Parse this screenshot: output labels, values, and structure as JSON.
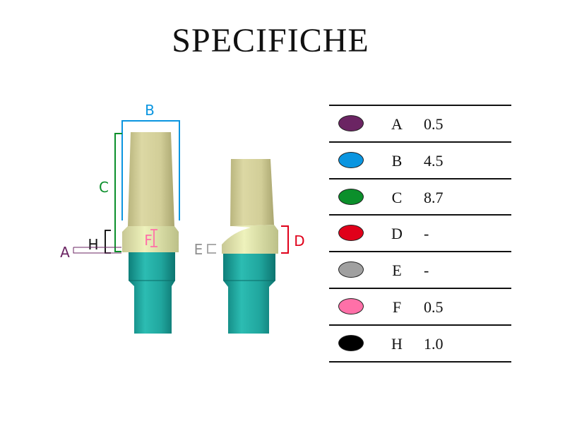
{
  "title": "SPECIFICHE",
  "colors": {
    "A": "#6b2463",
    "B": "#0a95e0",
    "C": "#0b8f2b",
    "D": "#e0001a",
    "E": "#a0a0a0",
    "F": "#ff70a8",
    "H": "#000000",
    "abutment": "#d4d09a",
    "collar": "#dfe5aa",
    "base": "#21a8a0"
  },
  "labels": {
    "A": "A",
    "B": "B",
    "C": "C",
    "D": "D",
    "E": "E",
    "F": "F",
    "H": "H"
  },
  "specs": [
    {
      "label": "A",
      "value": "0.5",
      "color": "#6b2463"
    },
    {
      "label": "B",
      "value": "4.5",
      "color": "#0a95e0"
    },
    {
      "label": "C",
      "value": "8.7",
      "color": "#0b8f2b"
    },
    {
      "label": "D",
      "value": "-",
      "color": "#e0001a"
    },
    {
      "label": "E",
      "value": "-",
      "color": "#a0a0a0"
    },
    {
      "label": "F",
      "value": "0.5",
      "color": "#ff70a8"
    },
    {
      "label": "H",
      "value": "1.0",
      "color": "#000000"
    }
  ]
}
